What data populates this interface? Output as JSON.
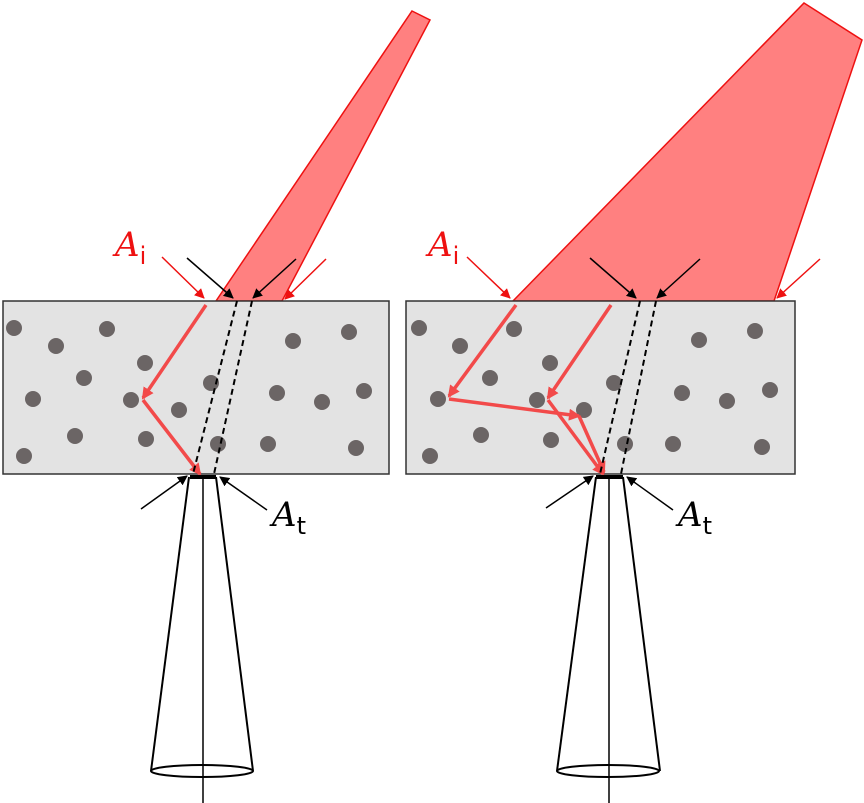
{
  "colors": {
    "beam_fill": "#ff8080",
    "beam_stroke": "#ee1111",
    "ray": "#f24a4a",
    "slab_fill": "#e3e3e3",
    "slab_stroke": "#333333",
    "particle": "#6b6565",
    "label_red": "#ee1111",
    "label_black": "#000000"
  },
  "panels": [
    {
      "id": "left",
      "incident_label": {
        "main": "A",
        "sub": "i"
      },
      "transmitted_label": {
        "main": "A",
        "sub": "t"
      }
    },
    {
      "id": "right",
      "incident_label": {
        "main": "A",
        "sub": "i"
      },
      "transmitted_label": {
        "main": "A",
        "sub": "t"
      }
    }
  ]
}
